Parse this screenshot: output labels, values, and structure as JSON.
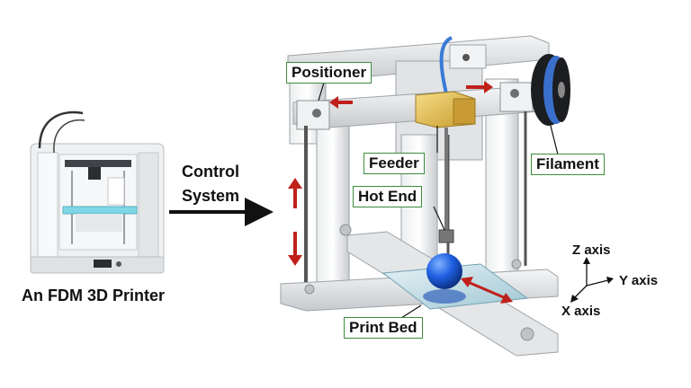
{
  "printer_caption": "An FDM 3D Printer",
  "control_system": {
    "line1": "Control",
    "line2": "System"
  },
  "labels": {
    "positioner": "Positioner",
    "feeder": "Feeder",
    "filament": "Filament",
    "hot_end": "Hot End",
    "print_bed": "Print Bed"
  },
  "axes": {
    "z": "Z axis",
    "y": "Y axis",
    "x": "X axis"
  },
  "colors": {
    "label_border": "#3c8c3c",
    "arrow_red": "#c0201a",
    "filament_blue": "#2f5fc4",
    "frame_gray": "#d8dadc",
    "feeder_gold": "#e7c65c"
  }
}
